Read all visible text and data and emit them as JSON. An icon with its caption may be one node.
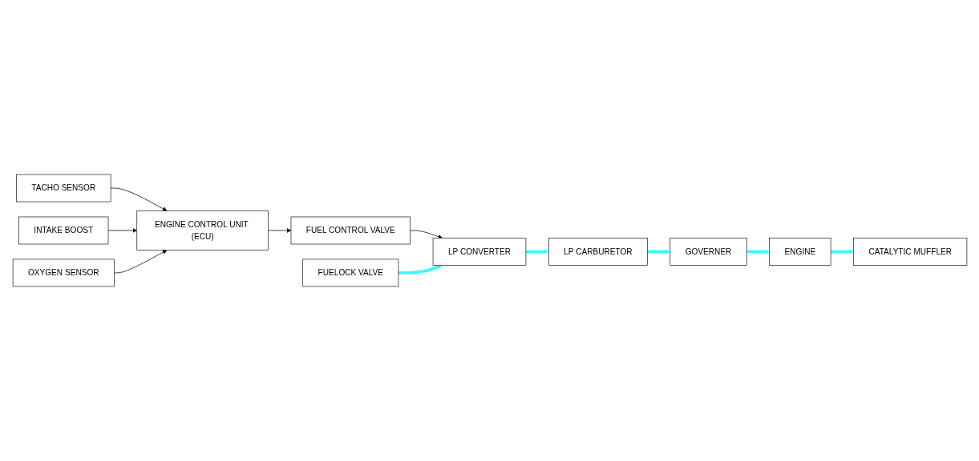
{
  "diagram": {
    "nodes": [
      {
        "text": [
          "TACHO SENSOR"
        ]
      },
      {
        "text": [
          "INTAKE BOOST"
        ]
      },
      {
        "text": [
          "OXYGEN SENSOR"
        ]
      },
      {
        "text": [
          "ENGINE CONTROL UNIT (ECU)"
        ]
      },
      {
        "text": [
          "FUEL CONTROL VALVE"
        ]
      },
      {
        "text": [
          "FUELOCK VALVE"
        ]
      },
      {
        "text": [
          "LP CONVERTER"
        ]
      },
      {
        "text": [
          "LP CARBURETOR"
        ]
      },
      {
        "text": [
          "GOVERNER"
        ]
      },
      {
        "text": [
          "CATALYTIC MUFFLER"
        ]
      },
      {
        "text": [
          "ENGINE"
        ]
      }
    ],
    "edges": [
      {
        "from": 0,
        "to": 3,
        "arrow": "to"
      },
      {
        "from": 1,
        "to": 3,
        "arrow": "to"
      },
      {
        "from": 2,
        "to": 3,
        "arrow": "to"
      },
      {
        "from": 3,
        "to": 4,
        "arrow": "to"
      },
      {
        "from": 4,
        "to": 6,
        "arrow": "to"
      },
      {
        "from": 5,
        "to": 6,
        "arrow": "to",
        "style": "thick",
        "color": "#33ffff"
      },
      {
        "from": 6,
        "to": 7,
        "arrow": "to",
        "style": "thick",
        "color": "#33ffff"
      },
      {
        "from": 7,
        "to": 8,
        "arrow": "to",
        "style": "thick",
        "color": "#33ffff"
      },
      {
        "from": 8,
        "to": 10,
        "arrow": "to",
        "style": "thick",
        "color": "#33ffff"
      },
      {
        "from": 10,
        "to": 9,
        "arrow": "to",
        "style": "thick",
        "color": "#33ffff"
      }
    ]
  }
}
